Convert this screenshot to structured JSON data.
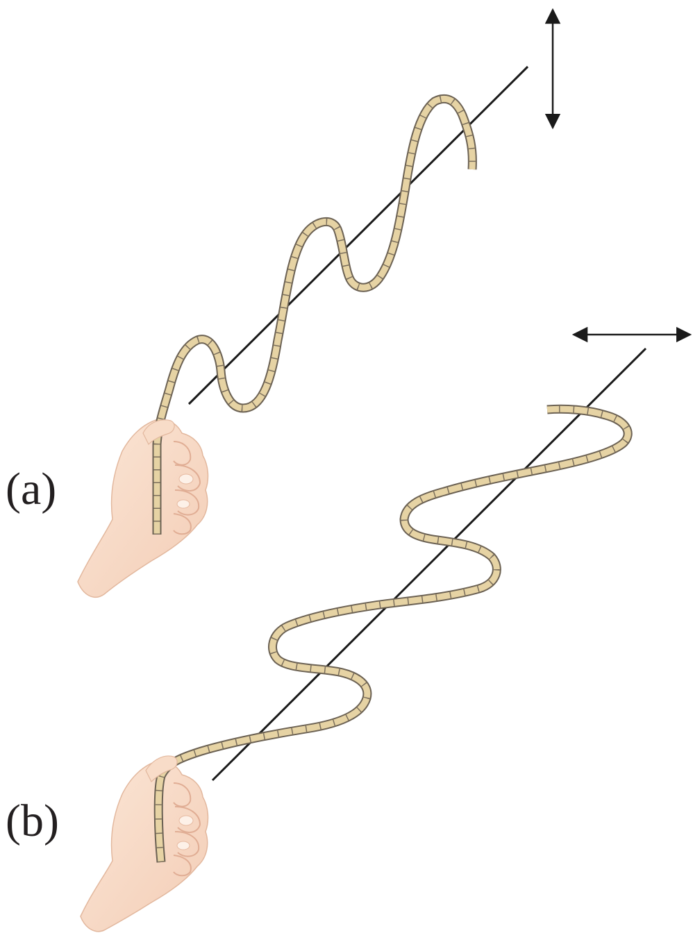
{
  "panels": [
    {
      "label": "(a)",
      "polarization": "vertical"
    },
    {
      "label": "(b)",
      "polarization": "horizontal"
    }
  ],
  "colors": {
    "rope_fill": "#e6d3a4",
    "rope_outline": "#6b6153",
    "axis_line": "#1a1a1a",
    "skin": "#f8dcc8",
    "skin_shadow": "#eabca3",
    "label": "#231f20"
  }
}
